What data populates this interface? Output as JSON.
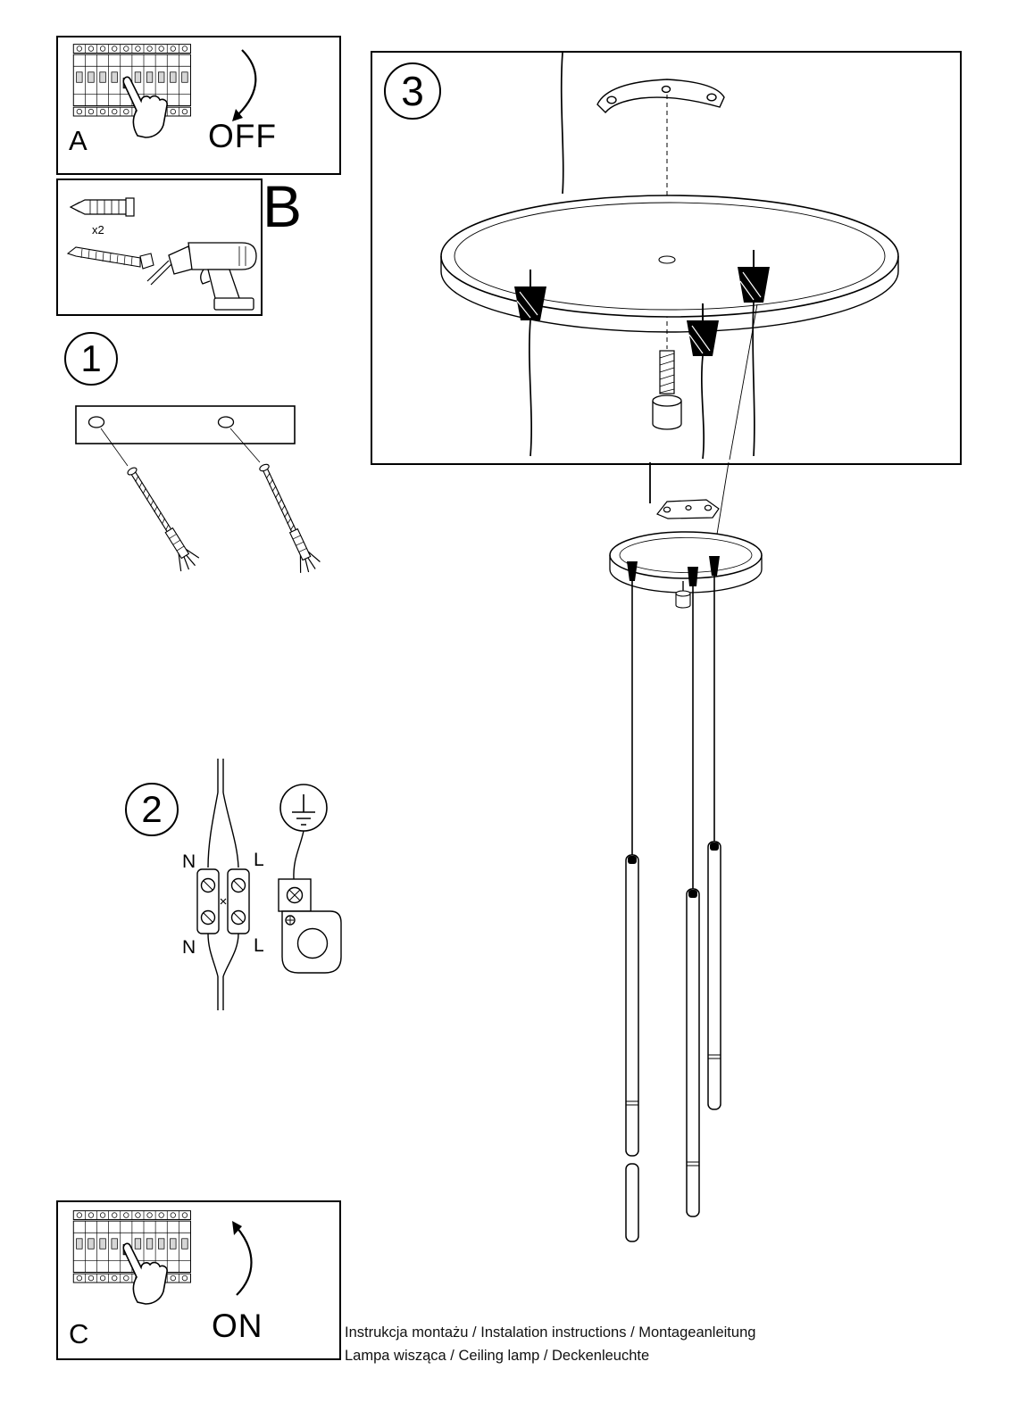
{
  "steps": {
    "power_off": {
      "label": "A",
      "state": "OFF"
    },
    "drilling": {
      "label": "B",
      "anchor_quantity": "x2"
    },
    "step1": {
      "number": "1"
    },
    "step2": {
      "number": "2",
      "terminals": {
        "top_left": "N",
        "top_right": "L",
        "bottom_left": "N",
        "bottom_right": "L"
      }
    },
    "step3": {
      "number": "3"
    },
    "power_on": {
      "label": "C",
      "state": "ON"
    }
  },
  "footer": {
    "line1": "Instrukcja montażu / Instalation instructions / Montageanleitung",
    "line2": "Lampa wisząca / Ceiling lamp / Deckenleuchte"
  },
  "colors": {
    "line": "#000000",
    "background": "#ffffff"
  }
}
